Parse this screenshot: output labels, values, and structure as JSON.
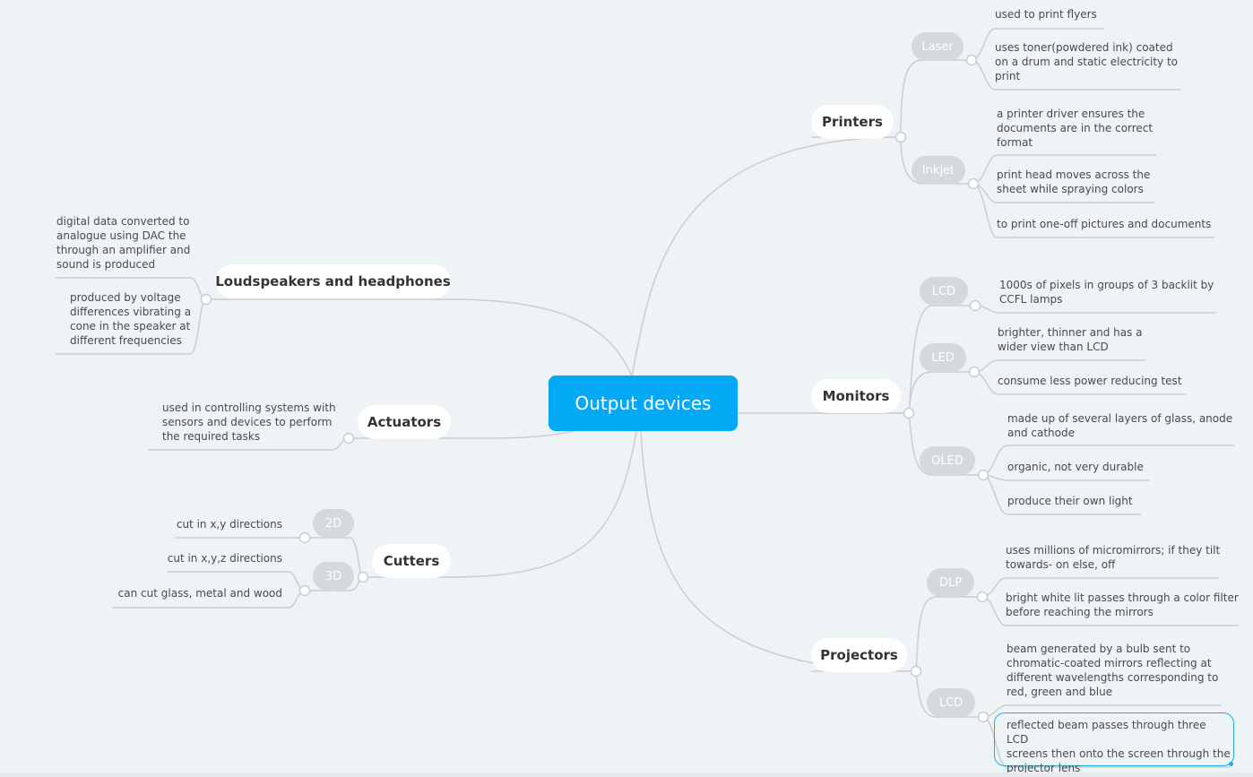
{
  "root": {
    "label": "Output devices"
  },
  "printers": {
    "label": "Printers",
    "laser": {
      "label": "Laser",
      "notes": [
        "used to print flyers",
        "uses toner(powdered ink) coated\non a drum and static electricity to\nprint"
      ]
    },
    "inkjet": {
      "label": "Inkjet",
      "notes": [
        "a printer driver ensures the\ndocuments are in the correct\nformat",
        "print head moves across the\nsheet while spraying colors",
        "to print one-off pictures and documents"
      ]
    }
  },
  "monitors": {
    "label": "Monitors",
    "lcd": {
      "label": "LCD",
      "notes": [
        "1000s of pixels in groups of 3 backlit by\nCCFL lamps"
      ]
    },
    "led": {
      "label": "LED",
      "notes": [
        "brighter, thinner and has a\nwider view than LCD",
        "consume less power reducing test"
      ]
    },
    "oled": {
      "label": "OLED",
      "notes": [
        "made up of several layers of glass, anode\nand cathode",
        "organic, not very durable",
        "produce their own light"
      ]
    }
  },
  "projectors": {
    "label": "Projectors",
    "dlp": {
      "label": "DLP",
      "notes": [
        "uses millions of micromirrors; if they tilt\ntowards- on else, off",
        "bright white lit passes through a color filter\nbefore reaching the mirrors"
      ]
    },
    "lcd": {
      "label": "LCD",
      "notes": [
        "beam generated by a bulb sent to\nchromatic-coated mirrors reflecting at\ndifferent wavelengths corresponding to\nred, green and blue",
        "reflected beam passes through three LCD\nscreens then onto the screen through the\nprojector lens"
      ]
    }
  },
  "loudspeakers": {
    "label": "Loudspeakers and headphones",
    "notes": [
      "digital data converted to\nanalogue using DAC the\nthrough an amplifier and\nsound is produced",
      "produced by voltage\ndifferences vibrating a\ncone in the speaker at\ndifferent frequencies"
    ]
  },
  "actuators": {
    "label": "Actuators",
    "notes": [
      "used in controlling systems with\nsensors and devices to perform\nthe required tasks"
    ]
  },
  "cutters": {
    "label": "Cutters",
    "twod": {
      "label": "2D",
      "notes": [
        "cut in x,y directions"
      ]
    },
    "threed": {
      "label": "3D",
      "notes": [
        "cut in x,y,z directions",
        "can cut glass, metal and wood"
      ]
    }
  }
}
